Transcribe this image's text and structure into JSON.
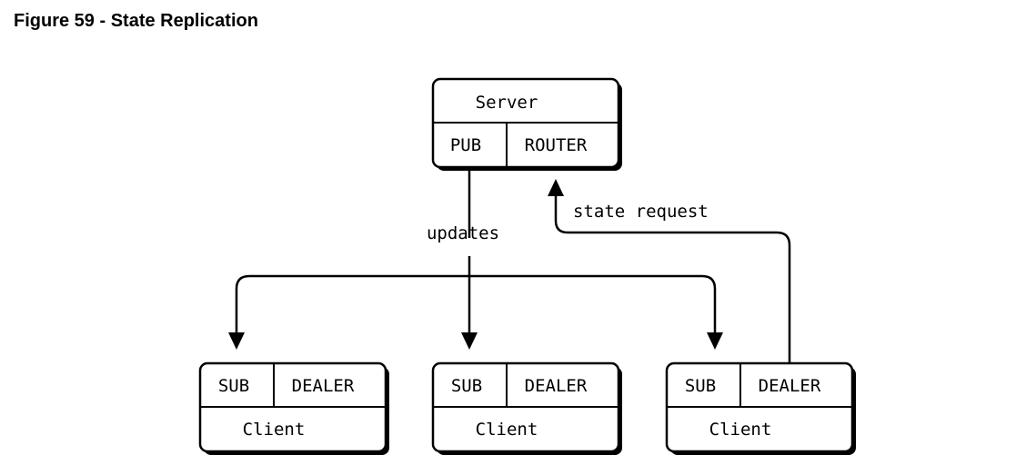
{
  "figure": {
    "title": "Figure 59 - State Replication"
  },
  "server": {
    "title": "Server",
    "left_socket": "PUB",
    "right_socket": "ROUTER"
  },
  "labels": {
    "updates": "updates",
    "state_request": "state request"
  },
  "clients": [
    {
      "left_socket": "SUB",
      "right_socket": "DEALER",
      "title": "Client"
    },
    {
      "left_socket": "SUB",
      "right_socket": "DEALER",
      "title": "Client"
    },
    {
      "left_socket": "SUB",
      "right_socket": "DEALER",
      "title": "Client"
    }
  ],
  "colors": {
    "stroke": "#000000",
    "background": "#ffffff"
  }
}
